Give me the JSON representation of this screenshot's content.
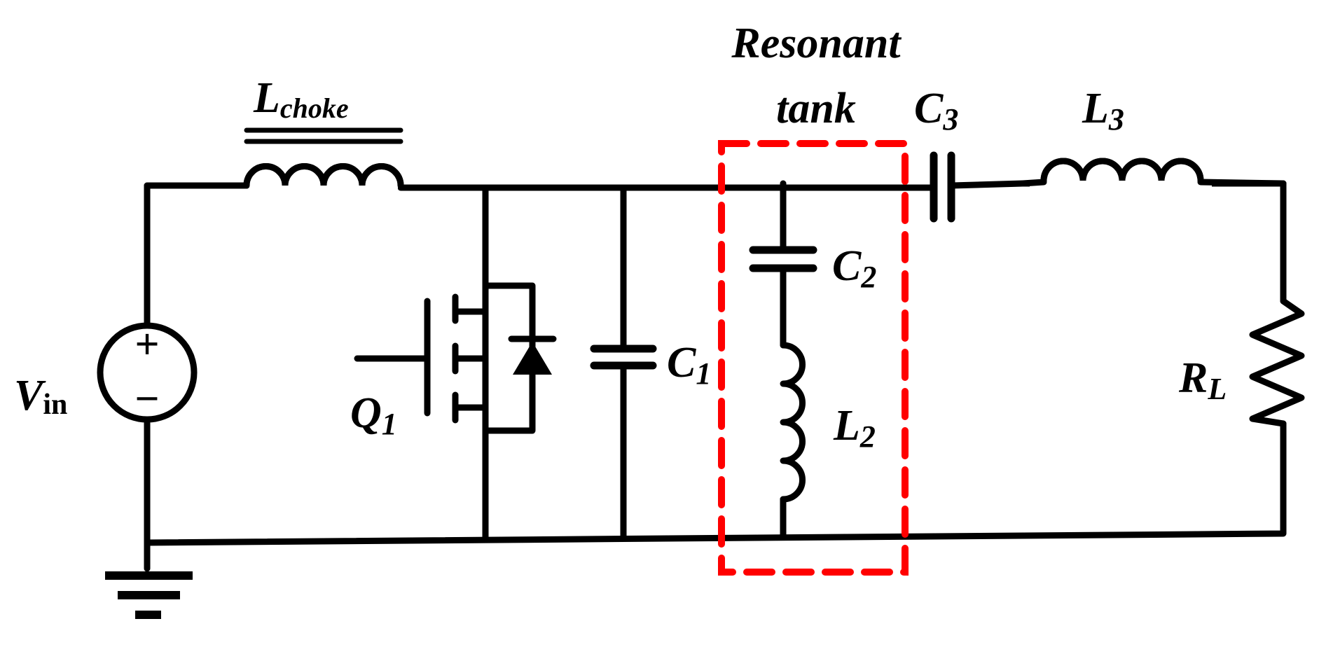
{
  "colors": {
    "wire": "#000000",
    "highlight": "#ff0000",
    "background": "#ffffff"
  },
  "labels": {
    "lchoke_main": "L",
    "lchoke_sub": "choke",
    "resonant_line1": "Resonant",
    "resonant_line2": "tank",
    "c3_main": "C",
    "c3_sub": "3",
    "l3_main": "L",
    "l3_sub": "3",
    "c2_main": "C",
    "c2_sub": "2",
    "c1_main": "C",
    "c1_sub": "1",
    "l2_main": "L",
    "l2_sub": "2",
    "rl_main": "R",
    "rl_sub": "L",
    "vin_main": "V",
    "vin_sub": "in",
    "q1_main": "Q",
    "q1_sub": "1",
    "source_plus": "+",
    "source_minus": "−"
  },
  "components": [
    {
      "id": "source",
      "icon": "dc-voltage-source-icon"
    },
    {
      "id": "lchoke",
      "icon": "iron-core-inductor-icon"
    },
    {
      "id": "q1",
      "icon": "mosfet-icon"
    },
    {
      "id": "c1",
      "icon": "capacitor-icon"
    },
    {
      "id": "c2",
      "icon": "capacitor-icon"
    },
    {
      "id": "l2",
      "icon": "inductor-icon"
    },
    {
      "id": "c3",
      "icon": "capacitor-icon"
    },
    {
      "id": "l3",
      "icon": "inductor-icon"
    },
    {
      "id": "rl",
      "icon": "resistor-icon"
    },
    {
      "id": "ground",
      "icon": "ground-icon"
    }
  ]
}
